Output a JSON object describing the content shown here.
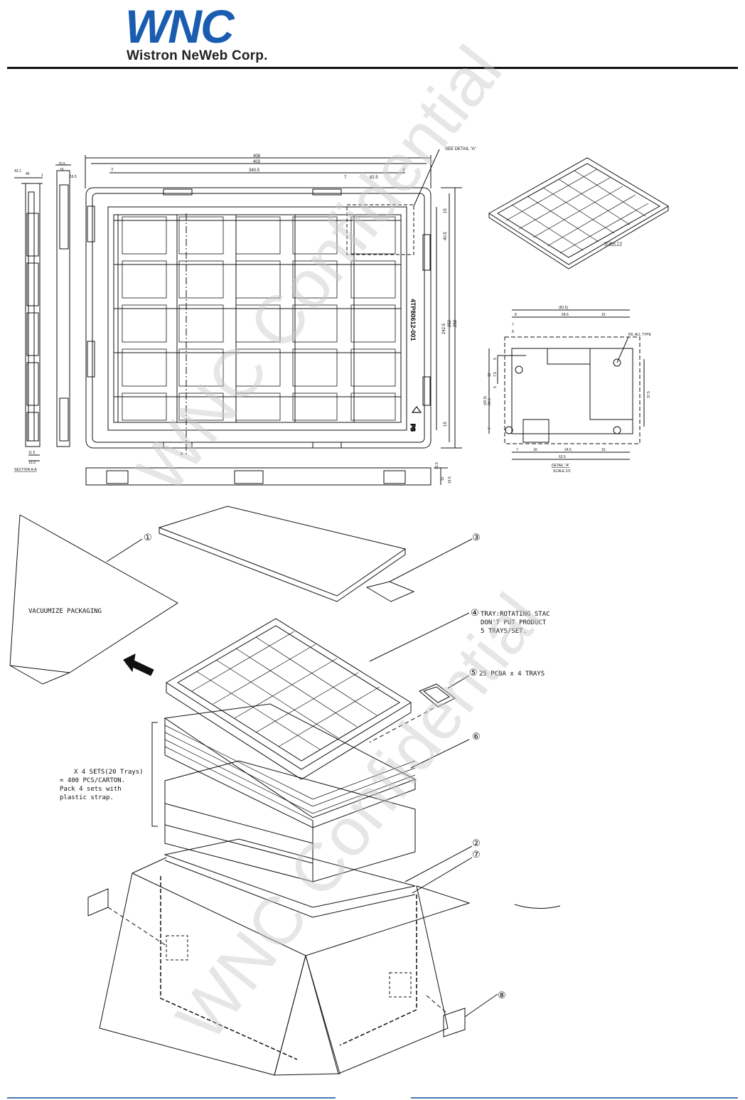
{
  "header": {
    "logo_mark": "WNC",
    "company_name": "Wistron NeWeb Corp.",
    "brand_color": "#1a5cb0"
  },
  "tray_drawing": {
    "dim_top_overall": "408",
    "dim_top_inner": "403",
    "dim_top_pitch": "340.5",
    "dim_left_offset": "7",
    "dim_right_offset": "7",
    "dim_right_pitch": "82.5",
    "dim_right_edge": "3",
    "see_detail": "SEE DETAIL \"A\"",
    "dim_row_pitch": "40.5",
    "dim_height_inner": "242.5",
    "dim_height_mid": "252",
    "dim_height_outer": "258",
    "dim_top_margin": "15",
    "dim_bottom_margin": "15",
    "part_number": "4TP80612-001",
    "section_label": "SECTION A-A",
    "section_dims": [
      "43.1",
      "45",
      "1",
      "16.5"
    ],
    "side_dims": [
      "20.5",
      "16"
    ],
    "bottom_side_dims": [
      "12.5",
      "15",
      "16.5"
    ],
    "section_bottom": [
      "11.5",
      "13.3"
    ]
  },
  "iso_view": {
    "scale_label": "SCALE 1:3"
  },
  "detail_a": {
    "label": "DETAIL \"A\"",
    "scale": "SCALE 2/1",
    "dim_top": "(82.5)",
    "dim_top_left": "8",
    "dim_top_mid": "59.5",
    "dim_top_right": "15",
    "dim_right": "37.5",
    "dim_left_outer": "(40.5)",
    "dim_bottom_left": "7",
    "dim_bottom_a": "16",
    "dim_bottom_mid": "24.5",
    "dim_bottom_right": "15",
    "dim_bottom_total": "62.5",
    "hole_note": "R5, ALL TYPE",
    "left_dims": [
      "7",
      "8",
      "5",
      "12",
      "7.5",
      "5",
      "20.5",
      "7"
    ]
  },
  "packing": {
    "callout_1": "①",
    "callout_2": "②",
    "callout_3": "③",
    "callout_4": "④",
    "callout_5": "⑤",
    "callout_6": "⑥",
    "callout_7": "⑦",
    "callout_8": "⑧",
    "vacuum_label": "VACUUMIZE PACKAGING",
    "tray_note_line1": "TRAY:ROTATING STAC",
    "tray_note_line2": "DON'T PUT PRODUCT",
    "tray_note_line3": "5 TRAYS/SET.",
    "pcba_note": "25 PCBA x 4 TRAYS",
    "sets_line1": "X 4 SETS(20 Trays)",
    "sets_line2": "= 400 PCS/CARTON.",
    "sets_line3": "Pack 4 sets with",
    "sets_line4": "plastic strap."
  },
  "watermark": "WNC Confidential"
}
